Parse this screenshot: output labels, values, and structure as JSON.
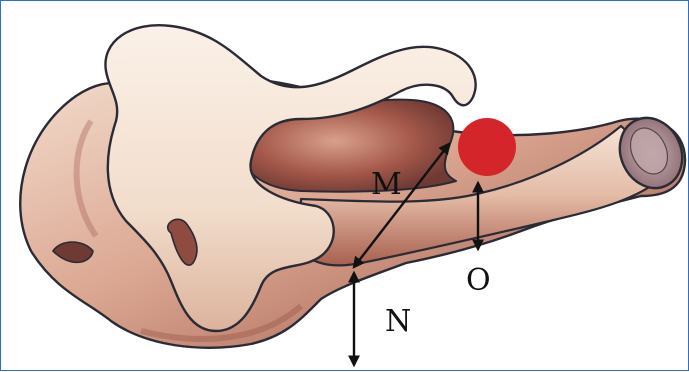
{
  "figure": {
    "labels": {
      "m": "M",
      "n": "N",
      "o": "O"
    },
    "colors": {
      "background": "#ffffff",
      "frame": "#2a6fc9",
      "bone_light": "#f6e6d8",
      "bone_mid": "#d9a88f",
      "bone_shadow": "#8e4b3f",
      "outline": "#2b2b35",
      "marker": "#d4262a",
      "arrow": "#111111"
    },
    "icons": {
      "marker": "red-circle",
      "arrows": "double-headed-arrow"
    }
  }
}
